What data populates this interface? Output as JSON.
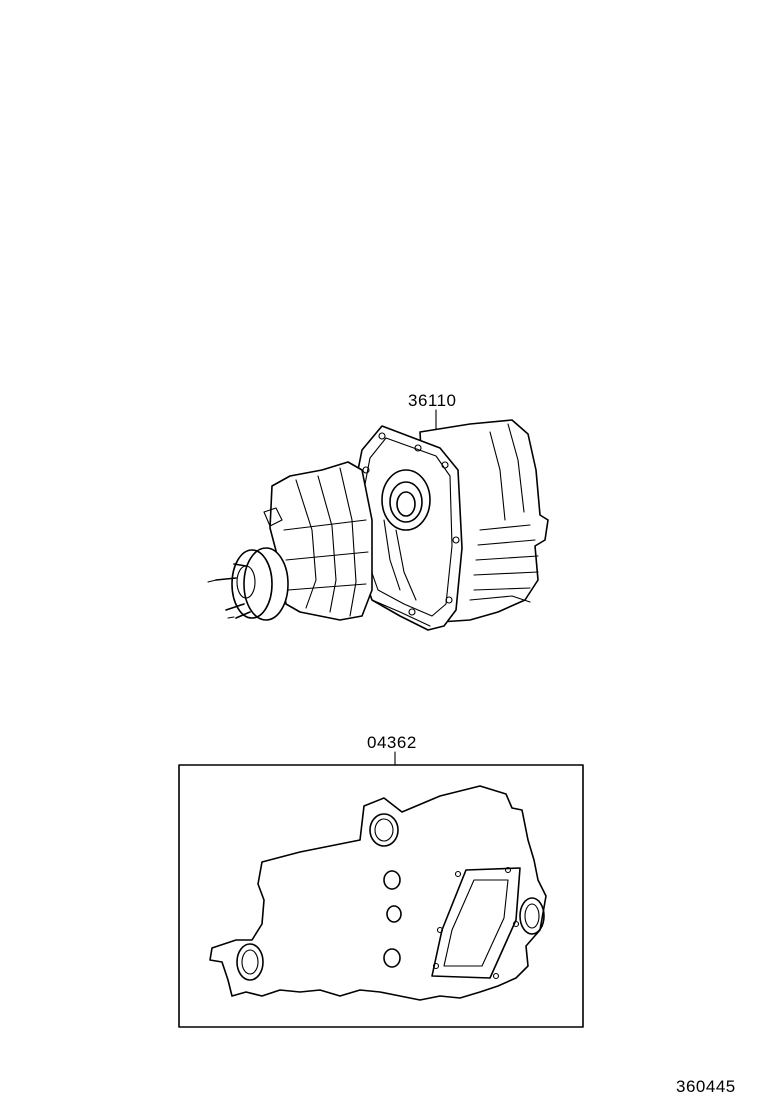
{
  "labels": {
    "part_transfer_assembly": "36110",
    "part_gasket_kit": "04362",
    "diagram_ref": "360445"
  },
  "icons": {
    "transfer_case": "transfer-case-assembly-drawing",
    "gasket_kit": "gasket-kit-drawing"
  },
  "colors": {
    "line": "#000000",
    "background": "#ffffff"
  }
}
